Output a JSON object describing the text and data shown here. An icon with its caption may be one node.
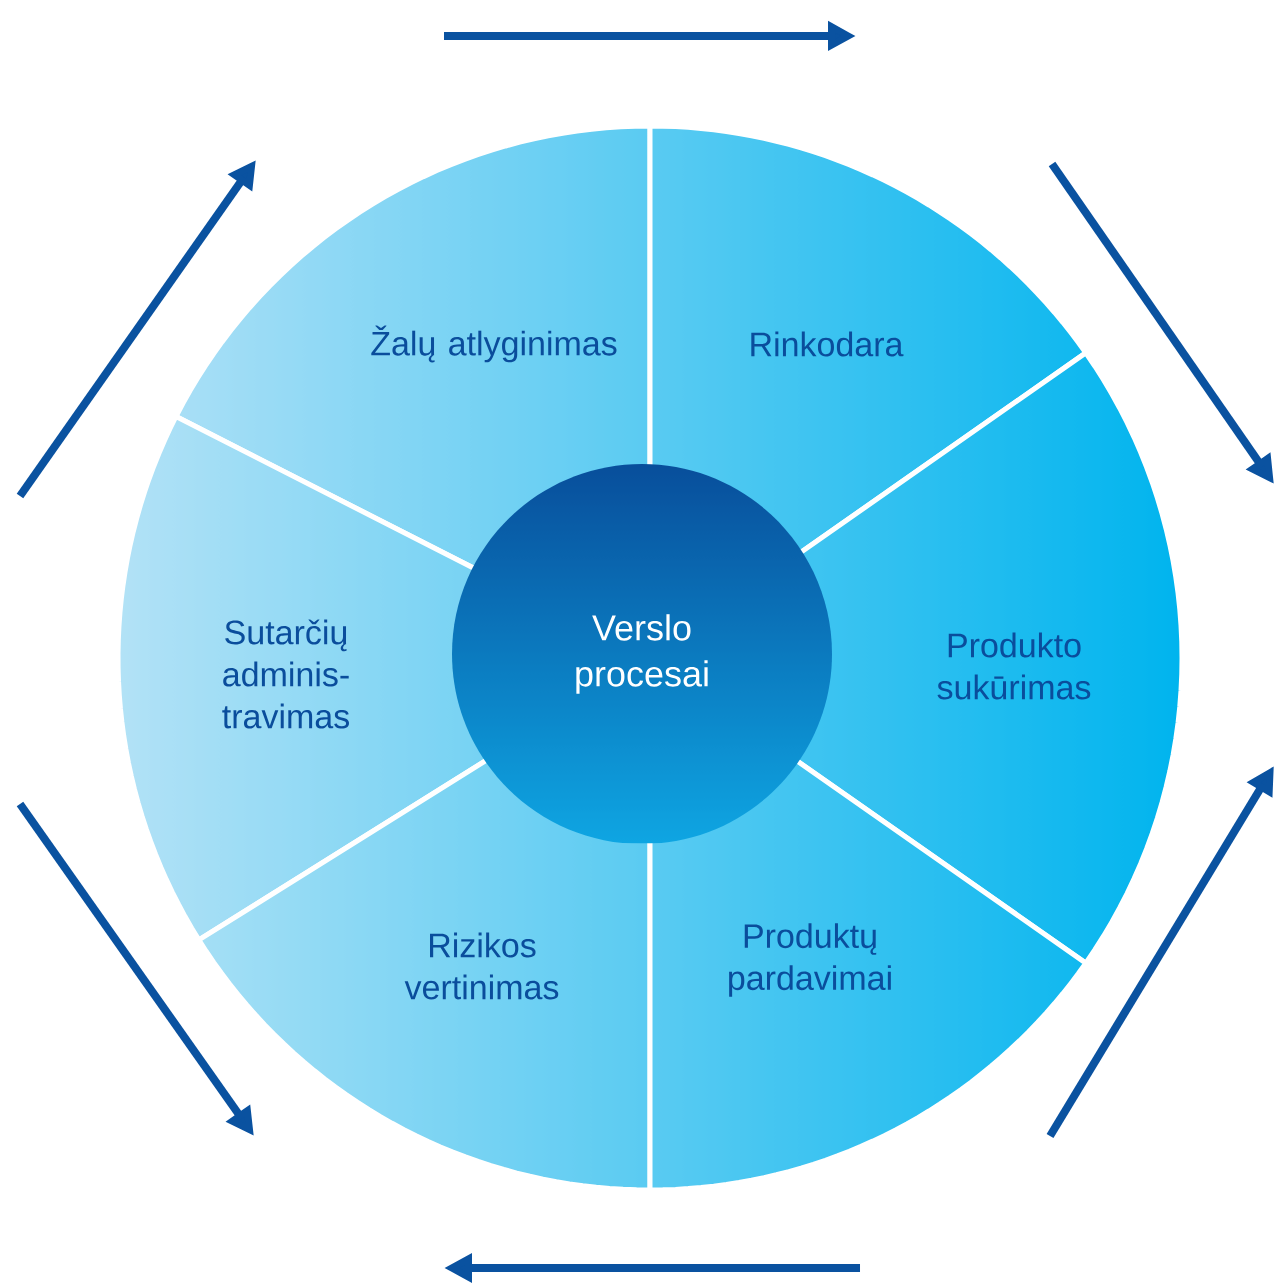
{
  "diagram": {
    "nodes": [
      {
        "text": [
          "Verslo procesai"
        ]
      },
      {
        "text": [
          "Žalų atlyginimas"
        ]
      },
      {
        "text": [
          "Rinkodara"
        ]
      },
      {
        "text": [
          "Sutarčių adminis- travimas"
        ]
      },
      {
        "text": [
          "Produkto sukūrimas"
        ]
      },
      {
        "text": [
          "Rizikos vertinimas"
        ]
      },
      {
        "text": [
          "Produktų pardavimai"
        ]
      }
    ]
  }
}
